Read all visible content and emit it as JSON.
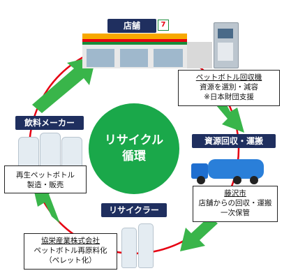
{
  "center": {
    "line1": "リサイクル",
    "line2": "循環"
  },
  "labels": {
    "store": "店舗",
    "collection": "資源回収・運搬",
    "recycler": "リサイクラー",
    "maker": "飲料メーカー"
  },
  "boxes": {
    "store_machine": {
      "title": "ペットボトル回収機",
      "line2": "資源を選別・減容",
      "line3": "※日本財団支援"
    },
    "fujisawa": {
      "title": "藤沢市",
      "line2": "店舗からの回収・運搬",
      "line3": "一次保管"
    },
    "recycler_co": {
      "title": "協栄産業株式会社",
      "line2": "ペットボトル再原料化",
      "line3": "（ペレット化）"
    },
    "maker_box": {
      "line1": "再生ペットボトル",
      "line2": "製造・販売"
    }
  },
  "colors": {
    "navy": "#1f2f5f",
    "green": "#1aa84a",
    "arrow_green": "#39b54a",
    "ring_red": "#e60012"
  }
}
